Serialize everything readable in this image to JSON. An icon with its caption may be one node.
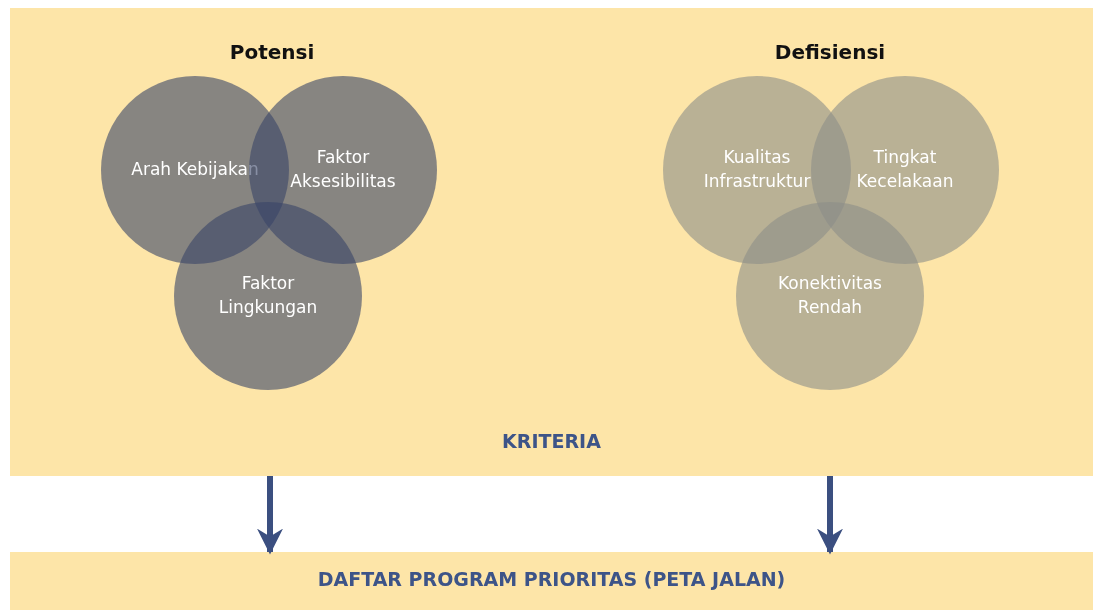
{
  "diagram": {
    "nodes": [
      {
        "text": [
          "KRITERIA"
        ]
      },
      {
        "text": [
          "Arah Kebijakan"
        ],
        "in": 0
      },
      {
        "text": [
          "Faktor Aksesibilitas"
        ],
        "in": 0
      },
      {
        "text": [
          "Faktor Lingkungan"
        ],
        "in": 0
      },
      {
        "text": [
          "Kualitas Infrastruktur"
        ],
        "in": 0
      },
      {
        "text": [
          "Tingkat Kecelakaan"
        ],
        "in": 0
      },
      {
        "text": [
          "Konektivitas Rendah"
        ],
        "in": 0
      },
      {
        "text": [
          "DAFTAR PROGRAM PRIORITAS (PETA JALAN)"
        ]
      }
    ],
    "edges": [
      {
        "from": 0,
        "to": 7,
        "arrow": "to"
      },
      {
        "from": 0,
        "to": 7,
        "arrow": "to"
      }
    ],
    "labels": [
      "Potensi",
      "Defisiensi"
    ]
  }
}
